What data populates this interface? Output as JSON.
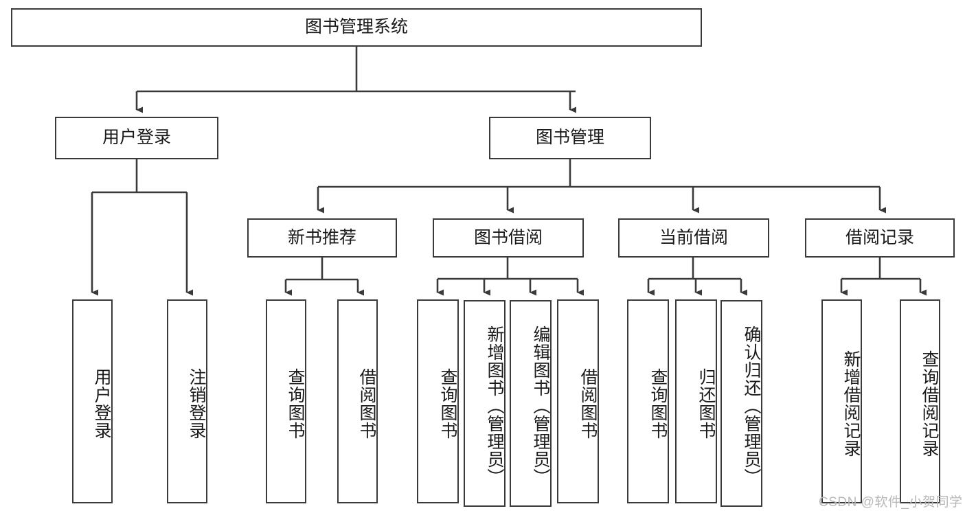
{
  "diagram": {
    "type": "tree-hierarchy-chart",
    "title": "图书管理系统",
    "root": {
      "label": "图书管理系统"
    },
    "level2": [
      {
        "label": "用户登录"
      },
      {
        "label": "图书管理"
      }
    ],
    "level3": [
      {
        "label": "新书推荐"
      },
      {
        "label": "图书借阅"
      },
      {
        "label": "当前借阅"
      },
      {
        "label": "借阅记录"
      }
    ],
    "leaves": {
      "user_login": [
        {
          "label": "用户登录"
        },
        {
          "label": "注销登录"
        }
      ],
      "new_book_recommend": [
        {
          "label": "查询图书"
        },
        {
          "label": "借阅图书"
        }
      ],
      "book_borrow": [
        {
          "label": "查询图书"
        },
        {
          "label": "新增图书（管理员）"
        },
        {
          "label": "编辑图书（管理员）"
        },
        {
          "label": "借阅图书"
        }
      ],
      "current_borrow": [
        {
          "label": "查询图书"
        },
        {
          "label": "归还图书"
        },
        {
          "label": "确认归还（管理员）"
        }
      ],
      "borrow_record": [
        {
          "label": "新增借阅记录"
        },
        {
          "label": "查询借阅记录"
        }
      ]
    }
  },
  "watermark": {
    "text": "CSDN @软件_小贺同学"
  },
  "colors": {
    "stroke": "#3a3a3a",
    "fill": "#ffffff",
    "text": "#1a1a1a",
    "watermark": "#b8b8b8"
  }
}
